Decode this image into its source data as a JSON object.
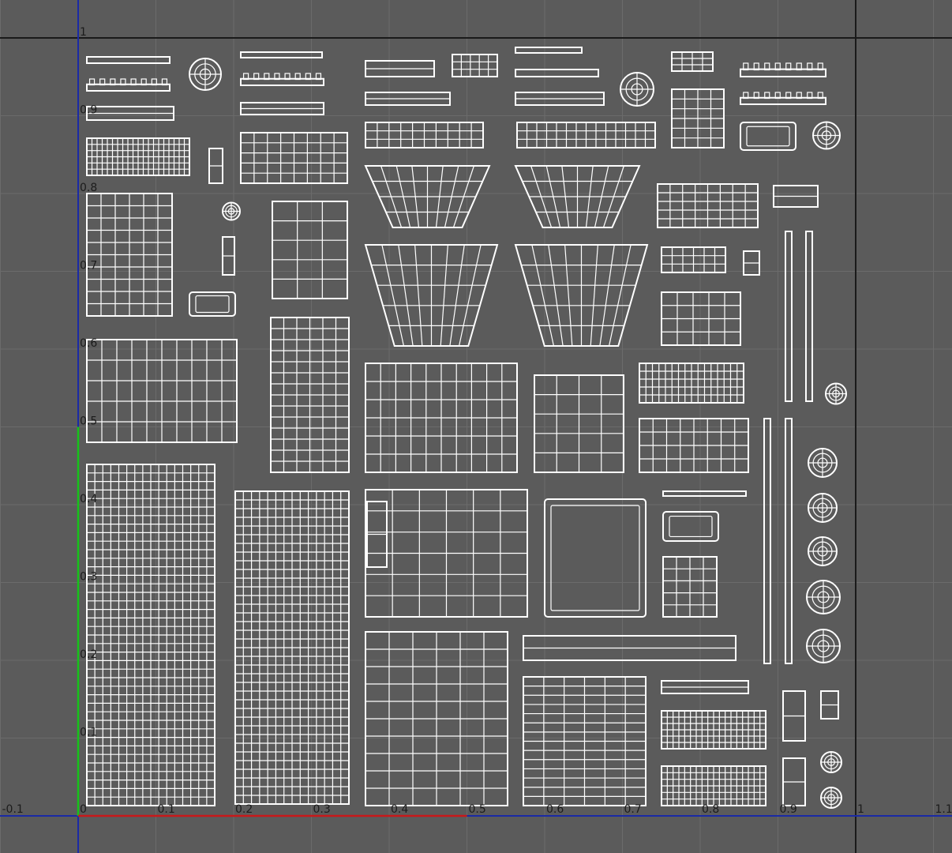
{
  "viewport": {
    "background": "#5b5b5b",
    "grid_color": "#6b6b6b",
    "wire_color": "#ffffff",
    "u_axis_color": "#c8181a",
    "v_axis_color": "#16c21a",
    "frame_color": "#1a1a1a",
    "border_color": "#1a2aa6"
  },
  "u_ticks": [
    "-0.1",
    "0",
    "0.1",
    "0.2",
    "0.3",
    "0.4",
    "0.5",
    "0.6",
    "0.7",
    "0.8",
    "0.9",
    "1",
    "1.1"
  ],
  "v_ticks": [
    "1",
    "0.9",
    "0.8",
    "0.7",
    "0.6",
    "0.5",
    "0.4",
    "0.3",
    "0.2",
    "0.1"
  ],
  "uv_range": {
    "u": [
      -0.1,
      1.1
    ],
    "v": [
      0,
      1
    ]
  },
  "shells": [
    {
      "id": "s01",
      "k": "strip",
      "r": [
        110,
        72,
        215,
        80
      ]
    },
    {
      "id": "s02",
      "k": "teeth",
      "r": [
        110,
        100,
        215,
        115
      ]
    },
    {
      "id": "s03",
      "k": "strip",
      "r": [
        110,
        135,
        220,
        152
      ]
    },
    {
      "id": "s04",
      "k": "grid",
      "r": [
        110,
        175,
        240,
        222
      ],
      "c": 20,
      "w": 6
    },
    {
      "id": "s05",
      "k": "ring",
      "r": [
        240,
        74,
        280,
        114
      ]
    },
    {
      "id": "s06",
      "k": "strip",
      "r": [
        265,
        188,
        282,
        232
      ]
    },
    {
      "id": "s07",
      "k": "ring",
      "r": [
        282,
        255,
        304,
        280
      ]
    },
    {
      "id": "s08",
      "k": "strip",
      "r": [
        282,
        300,
        297,
        348
      ]
    },
    {
      "id": "s09",
      "k": "grid",
      "r": [
        110,
        245,
        218,
        400
      ],
      "c": 6,
      "w": 10
    },
    {
      "id": "s10",
      "k": "frame",
      "r": [
        240,
        370,
        298,
        400
      ]
    },
    {
      "id": "s11",
      "k": "strip",
      "r": [
        305,
        66,
        408,
        73
      ]
    },
    {
      "id": "s12",
      "k": "teeth",
      "r": [
        305,
        93,
        410,
        108
      ]
    },
    {
      "id": "s13",
      "k": "strip",
      "r": [
        305,
        130,
        410,
        145
      ]
    },
    {
      "id": "s14",
      "k": "grid",
      "r": [
        305,
        168,
        440,
        232
      ],
      "c": 8,
      "w": 5
    },
    {
      "id": "s15",
      "k": "grid",
      "r": [
        345,
        255,
        440,
        378
      ],
      "c": 3,
      "w": 5
    },
    {
      "id": "s16",
      "k": "grid",
      "r": [
        110,
        430,
        300,
        560
      ],
      "c": 10,
      "w": 5
    },
    {
      "id": "s17",
      "k": "grid",
      "r": [
        343,
        402,
        442,
        598
      ],
      "c": 6,
      "w": 14
    },
    {
      "id": "s18",
      "k": "grid",
      "r": [
        110,
        588,
        272,
        1020
      ],
      "c": 16,
      "w": 40
    },
    {
      "id": "s19",
      "k": "grid",
      "r": [
        298,
        622,
        442,
        1018
      ],
      "c": 14,
      "w": 36
    },
    {
      "id": "s20",
      "k": "strip",
      "r": [
        463,
        77,
        550,
        97
      ]
    },
    {
      "id": "s21",
      "k": "strip",
      "r": [
        463,
        117,
        570,
        133
      ]
    },
    {
      "id": "s22",
      "k": "grid",
      "r": [
        463,
        155,
        612,
        187
      ],
      "c": 10,
      "w": 3
    },
    {
      "id": "s23",
      "k": "grid",
      "r": [
        573,
        69,
        630,
        97
      ],
      "c": 5,
      "w": 3
    },
    {
      "id": "s24",
      "k": "fan",
      "r": [
        463,
        210,
        620,
        288
      ],
      "c": 8,
      "w": 4
    },
    {
      "id": "s25",
      "k": "fan",
      "r": [
        463,
        310,
        630,
        438
      ],
      "c": 8,
      "w": 5
    },
    {
      "id": "s26",
      "k": "grid",
      "r": [
        463,
        460,
        655,
        598
      ],
      "c": 10,
      "w": 6
    },
    {
      "id": "s27",
      "k": "grid",
      "r": [
        463,
        620,
        668,
        781
      ],
      "c": 6,
      "w": 6
    },
    {
      "id": "s28",
      "k": "strip",
      "r": [
        465,
        635,
        490,
        718
      ]
    },
    {
      "id": "s29",
      "k": "grid",
      "r": [
        463,
        800,
        643,
        1020
      ],
      "c": 6,
      "w": 10
    },
    {
      "id": "s30",
      "k": "strip",
      "r": [
        653,
        60,
        737,
        67
      ]
    },
    {
      "id": "s31",
      "k": "strip",
      "r": [
        653,
        88,
        758,
        97
      ]
    },
    {
      "id": "s32",
      "k": "strip",
      "r": [
        653,
        117,
        765,
        133
      ]
    },
    {
      "id": "s33",
      "k": "grid",
      "r": [
        655,
        155,
        830,
        187
      ],
      "c": 14,
      "w": 3
    },
    {
      "id": "s34",
      "k": "ring",
      "r": [
        786,
        92,
        828,
        134
      ]
    },
    {
      "id": "s35",
      "k": "fan",
      "r": [
        653,
        210,
        810,
        288
      ],
      "c": 8,
      "w": 4
    },
    {
      "id": "s36",
      "k": "fan",
      "r": [
        653,
        310,
        820,
        438
      ],
      "c": 8,
      "w": 5
    },
    {
      "id": "s37",
      "k": "grid",
      "r": [
        677,
        475,
        790,
        598
      ],
      "c": 4,
      "w": 5
    },
    {
      "id": "s38",
      "k": "frame",
      "r": [
        690,
        632,
        818,
        781
      ]
    },
    {
      "id": "s39",
      "k": "strip",
      "r": [
        663,
        805,
        932,
        836
      ]
    },
    {
      "id": "s40",
      "k": "grid",
      "r": [
        663,
        857,
        818,
        1020
      ],
      "c": 6,
      "w": 14
    },
    {
      "id": "s41",
      "k": "grid",
      "r": [
        851,
        66,
        903,
        90
      ],
      "c": 4,
      "w": 3
    },
    {
      "id": "s42",
      "k": "grid",
      "r": [
        851,
        113,
        917,
        187
      ],
      "c": 4,
      "w": 6
    },
    {
      "id": "s43",
      "k": "grid",
      "r": [
        833,
        233,
        960,
        288
      ],
      "c": 8,
      "w": 5
    },
    {
      "id": "s44",
      "k": "grid",
      "r": [
        838,
        313,
        919,
        345
      ],
      "c": 6,
      "w": 3
    },
    {
      "id": "s45",
      "k": "grid",
      "r": [
        838,
        370,
        938,
        437
      ],
      "c": 5,
      "w": 4
    },
    {
      "id": "s46",
      "k": "grid",
      "r": [
        810,
        460,
        942,
        510
      ],
      "c": 16,
      "w": 5
    },
    {
      "id": "s47",
      "k": "grid",
      "r": [
        810,
        530,
        948,
        598
      ],
      "c": 8,
      "w": 4
    },
    {
      "id": "s48",
      "k": "strip",
      "r": [
        840,
        622,
        945,
        628
      ]
    },
    {
      "id": "s49",
      "k": "frame",
      "r": [
        840,
        648,
        910,
        685
      ]
    },
    {
      "id": "s50",
      "k": "grid",
      "r": [
        840,
        705,
        908,
        781
      ],
      "c": 4,
      "w": 5
    },
    {
      "id": "s51",
      "k": "strip",
      "r": [
        838,
        862,
        948,
        878
      ]
    },
    {
      "id": "s52",
      "k": "grid",
      "r": [
        838,
        900,
        970,
        948
      ],
      "c": 18,
      "w": 6
    },
    {
      "id": "s53",
      "k": "grid",
      "r": [
        838,
        970,
        970,
        1020
      ],
      "c": 18,
      "w": 6
    },
    {
      "id": "s54",
      "k": "teeth",
      "r": [
        938,
        80,
        1046,
        97
      ]
    },
    {
      "id": "s55",
      "k": "teeth",
      "r": [
        938,
        117,
        1046,
        132
      ]
    },
    {
      "id": "s56",
      "k": "frame",
      "r": [
        938,
        155,
        1008,
        190
      ]
    },
    {
      "id": "s57",
      "k": "ring",
      "r": [
        1030,
        153,
        1064,
        190
      ]
    },
    {
      "id": "s58",
      "k": "strip",
      "r": [
        980,
        235,
        1036,
        262
      ]
    },
    {
      "id": "s59",
      "k": "strip",
      "r": [
        942,
        318,
        962,
        348
      ]
    },
    {
      "id": "s60",
      "k": "strip",
      "r": [
        995,
        293,
        1003,
        508
      ]
    },
    {
      "id": "s61",
      "k": "strip",
      "r": [
        1021,
        293,
        1029,
        508
      ]
    },
    {
      "id": "s62",
      "k": "ring",
      "r": [
        1046,
        485,
        1072,
        512
      ]
    },
    {
      "id": "s63",
      "k": "strip",
      "r": [
        968,
        530,
        976,
        840
      ]
    },
    {
      "id": "s64",
      "k": "strip",
      "r": [
        995,
        530,
        1003,
        840
      ]
    },
    {
      "id": "s65",
      "k": "ring",
      "r": [
        1024,
        568,
        1060,
        604
      ]
    },
    {
      "id": "s66",
      "k": "ring",
      "r": [
        1024,
        625,
        1060,
        661
      ]
    },
    {
      "id": "s67",
      "k": "ring",
      "r": [
        1024,
        680,
        1060,
        716
      ]
    },
    {
      "id": "s68",
      "k": "ring",
      "r": [
        1022,
        735,
        1064,
        777
      ]
    },
    {
      "id": "s69",
      "k": "ring",
      "r": [
        1022,
        797,
        1064,
        839
      ]
    },
    {
      "id": "s70",
      "k": "strip",
      "r": [
        992,
        875,
        1020,
        938
      ]
    },
    {
      "id": "s71",
      "k": "strip",
      "r": [
        1040,
        875,
        1062,
        910
      ]
    },
    {
      "id": "s72",
      "k": "strip",
      "r": [
        992,
        960,
        1020,
        1020
      ]
    },
    {
      "id": "s73",
      "k": "ring",
      "r": [
        1040,
        952,
        1066,
        978
      ]
    },
    {
      "id": "s74",
      "k": "ring",
      "r": [
        1040,
        997,
        1066,
        1023
      ]
    }
  ]
}
